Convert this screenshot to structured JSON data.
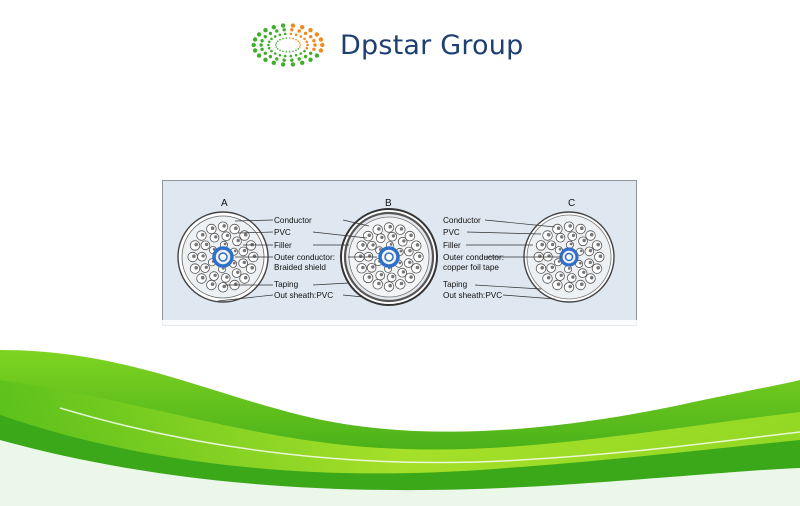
{
  "brand": {
    "name": "Dpstar Group"
  },
  "diagram": {
    "sections": [
      {
        "id": "A",
        "labels": [
          "Conductor",
          "PVC",
          "Filler",
          "Outer conductor:",
          "Braided shield",
          "Taping",
          "Out sheath:PVC"
        ]
      },
      {
        "id": "B",
        "labels": []
      },
      {
        "id": "C",
        "labels": [
          "Conductor",
          "PVC",
          "Filler",
          "Outer conductor:",
          "copper foil tape",
          "Taping",
          "Out sheath:PVC"
        ]
      }
    ]
  },
  "colors": {
    "brand_text": "#1d3f72",
    "logo_green": "#3fae2a",
    "logo_orange": "#f08a1c",
    "core_blue": "#2f6fc9",
    "panel_bg": "#dfe8f0"
  }
}
